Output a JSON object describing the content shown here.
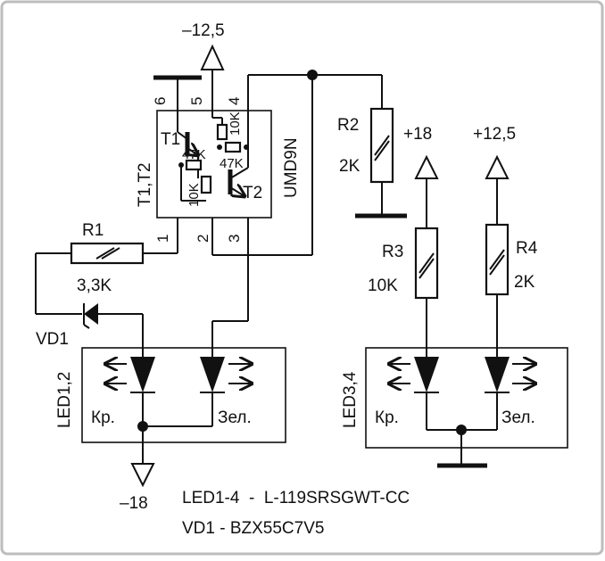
{
  "supplies": {
    "minus_12_5": "–12,5",
    "plus_18": "+18",
    "plus_12_5": "+12,5",
    "minus_18": "–18"
  },
  "ic": {
    "ref": "T1,T2",
    "part": "UMD9N",
    "t1": "T1",
    "t2": "T2",
    "r_47k_a": "47K",
    "r_10k_a": "10K",
    "r_10k_b": "10K",
    "r_47k_b": "47K",
    "pins": {
      "p1": "1",
      "p2": "2",
      "p3": "3",
      "p4": "4",
      "p5": "5",
      "p6": "6"
    }
  },
  "r1": {
    "ref": "R1",
    "value": "3,3K"
  },
  "r2": {
    "ref": "R2",
    "value": "2K"
  },
  "r3": {
    "ref": "R3",
    "value": "10K"
  },
  "r4": {
    "ref": "R4",
    "value": "2K"
  },
  "vd1": {
    "ref": "VD1"
  },
  "led12": {
    "ref": "LED1,2",
    "red": "Кр.",
    "green": "Зел."
  },
  "led34": {
    "ref": "LED3,4",
    "red": "Кр.",
    "green": "Зел."
  },
  "notes": {
    "led_part": "LED1-4  -  L-119SRSGWT-CC",
    "vd_part": "VD1 - BZX55C7V5"
  }
}
